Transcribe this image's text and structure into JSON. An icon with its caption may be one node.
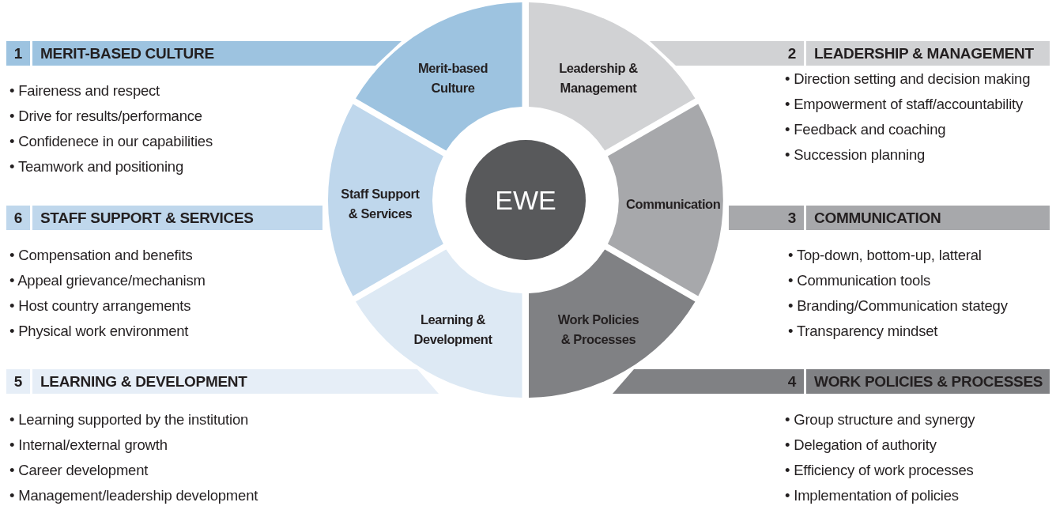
{
  "diagram": {
    "nodes": [
      {
        "text": [
          "1",
          "MERIT-BASED CULTURE"
        ],
        "beside": [
          "• Faireness and respect",
          "• Drive for results/performance",
          "• Confidenece in our capabilities",
          "• Teamwork and positioning"
        ]
      },
      {
        "text": [
          "Merit-based Culture"
        ]
      },
      {
        "text": [
          "Leadership & Management"
        ]
      },
      {
        "text": [
          "2",
          "LEADERSHIP & MANAGEMENT"
        ],
        "beside": [
          "• Direction setting and decision making",
          "• Empowerment of staff/accountability",
          "• Feedback and coaching",
          "• Succession planning"
        ]
      },
      {
        "text": [
          "6",
          "STAFF SUPPORT & SERVICES"
        ],
        "beside": [
          "• Compensation and benefits",
          "• Appeal grievance/mechanism",
          "• Host country arrangements",
          "• Physical work environment"
        ]
      },
      {
        "text": [
          "Staff Support & Services"
        ]
      },
      {
        "text": [
          "EWE"
        ]
      },
      {
        "text": [
          "Communication"
        ]
      },
      {
        "text": [
          "3",
          "COMMUNICATION"
        ],
        "beside": [
          "• Top-down, bottom-up, latteral",
          "• Communication tools",
          "• Branding/Communication stategy",
          "• Transparency mindset"
        ]
      },
      {
        "text": [
          "Learning & Development"
        ]
      },
      {
        "text": [
          "Work Policies & Processes"
        ]
      },
      {
        "text": [
          "5",
          "LEARNING & DEVELOPMENT"
        ],
        "beside": [
          "• Learning supported by the institution",
          "• Internal/external growth",
          "• Career development",
          "• Management/leadership development"
        ]
      },
      {
        "text": [
          "4",
          "WORK POLICIES & PROCESSES"
        ],
        "beside": [
          "• Group structure and synergy",
          "• Delegation of authority",
          "• Efficiency of work processes",
          "• Implementation of policies"
        ]
      }
    ]
  }
}
